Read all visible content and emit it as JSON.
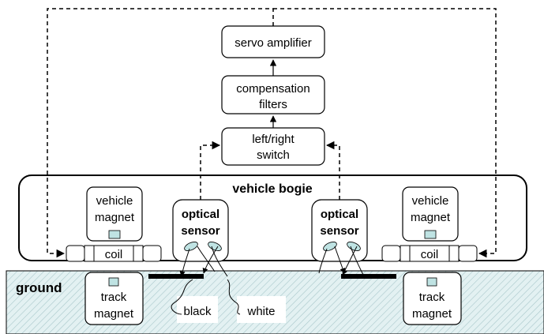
{
  "blocks": {
    "servo_amplifier": "servo amplifier",
    "compensation_line1": "compensation",
    "compensation_line2": "filters",
    "switch_line1": "left/right",
    "switch_line2": "switch"
  },
  "bogie": {
    "label": "vehicle bogie",
    "left_vehicle_magnet_line1": "vehicle",
    "left_vehicle_magnet_line2": "magnet",
    "right_vehicle_magnet_line1": "vehicle",
    "right_vehicle_magnet_line2": "magnet",
    "left_sensor_line1": "optical",
    "left_sensor_line2": "sensor",
    "right_sensor_line1": "optical",
    "right_sensor_line2": "sensor",
    "left_coil": "coil",
    "right_coil": "coil"
  },
  "ground": {
    "label": "ground",
    "left_track_magnet_line1": "track",
    "left_track_magnet_line2": "magnet",
    "right_track_magnet_line1": "track",
    "right_track_magnet_line2": "magnet",
    "black_label": "black",
    "white_label": "white"
  },
  "colors": {
    "ground_fill": "#e3f1f2",
    "ground_hatch": "#a9c8cb",
    "magnet_fill": "#bfe3e3",
    "stroke": "#000000"
  }
}
